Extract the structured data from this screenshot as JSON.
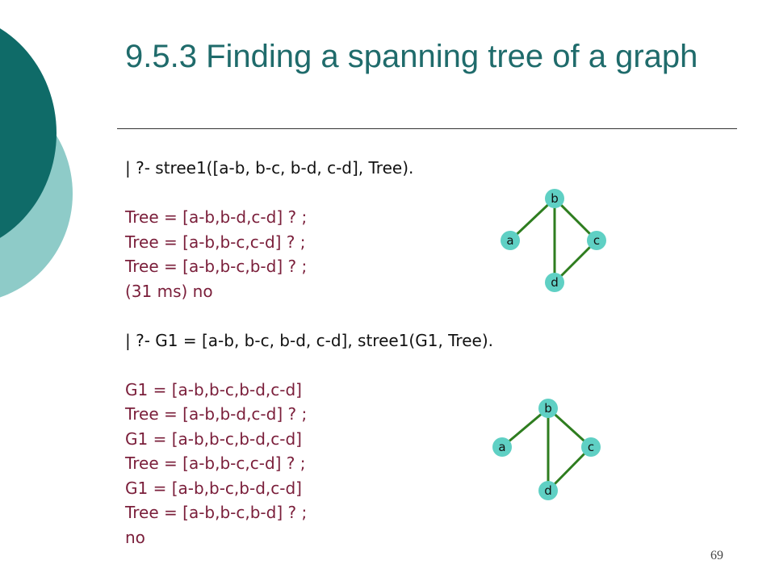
{
  "slide": {
    "title": "9.5.3 Finding a spanning tree of a graph",
    "page_number": "69"
  },
  "colors": {
    "deco_dark": "#0f6b68",
    "deco_light": "#8ecbc8",
    "title": "#1f6b6b",
    "answer_text": "#7a1e3a",
    "node_fill": "#5fd0c4",
    "edge": "#2e7d1f"
  },
  "content": {
    "lines": [
      {
        "kind": "prompt",
        "text": "| ?- stree1([a-b, b-c, b-d, c-d], Tree)."
      },
      {
        "kind": "blank",
        "text": ""
      },
      {
        "kind": "answer",
        "text": "Tree = [a-b,b-d,c-d] ? ;"
      },
      {
        "kind": "answer",
        "text": "Tree = [a-b,b-c,c-d] ? ;"
      },
      {
        "kind": "answer",
        "text": "Tree = [a-b,b-c,b-d] ? ;"
      },
      {
        "kind": "answer",
        "text": "(31 ms) no"
      },
      {
        "kind": "blank",
        "text": ""
      },
      {
        "kind": "prompt",
        "text": "| ?- G1 = [a-b, b-c, b-d, c-d], stree1(G1, Tree)."
      },
      {
        "kind": "blank",
        "text": ""
      },
      {
        "kind": "answer",
        "text": "G1 = [a-b,b-c,b-d,c-d]"
      },
      {
        "kind": "answer",
        "text": "Tree = [a-b,b-d,c-d] ? ;"
      },
      {
        "kind": "answer",
        "text": "G1 = [a-b,b-c,b-d,c-d]"
      },
      {
        "kind": "answer",
        "text": "Tree = [a-b,b-c,c-d] ? ;"
      },
      {
        "kind": "answer",
        "text": "G1 = [a-b,b-c,b-d,c-d]"
      },
      {
        "kind": "answer",
        "text": "Tree = [a-b,b-c,b-d] ? ;"
      },
      {
        "kind": "answer",
        "text": "no"
      }
    ]
  },
  "graphs": [
    {
      "nodes": {
        "a": "a",
        "b": "b",
        "c": "c",
        "d": "d"
      },
      "edges": [
        "a-b",
        "b-c",
        "b-d",
        "c-d"
      ]
    },
    {
      "nodes": {
        "a": "a",
        "b": "b",
        "c": "c",
        "d": "d"
      },
      "edges": [
        "a-b",
        "b-c",
        "b-d",
        "c-d"
      ]
    }
  ]
}
